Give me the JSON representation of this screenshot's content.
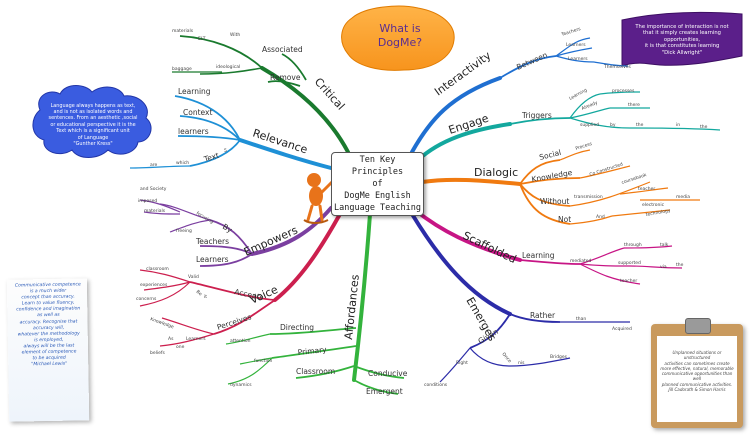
{
  "title_blob": {
    "text": "What is\nDogMe?",
    "color": "#f7941d"
  },
  "center": {
    "text": "Ten Key Principles\nof\nDogMe English\nLanguage Teaching"
  },
  "quotes": {
    "kress": "Language always happens as text,\nand is not as isolated words and\nsentences. From an aesthetic ,social\nor educational perspective it is the\nText which is a significant unit\nof Language\n\"Gunther Kress\"",
    "allwright": "The importance of interaction is not\nthat it simply creates learning\nopportunities,\nit is that constitutes learning\n\"Dick Allwright\"",
    "lewis": "Communicative competence\nis a much wider\nconcept than accuracy.\nLearn to value fluency,\nconfidence and imagination\nas well as\naccuracy. Recognise that\naccuracy will,\nwhatever the methodology\nis employed,\nalways will be the last\nelement of competence\nto be acquired\n\"Michael Lewis\"",
    "cadorath": "Unplanned situations or unstructured\nactivities can sometimes create\nmore effective, natural, memorable\ncommunicative opportunities than well\nplanned communicative activities.\nJill Cadorath & Simon Harris"
  },
  "branches": [
    {
      "label": "Critical",
      "color": "#1a7a2e",
      "subs": [
        {
          "label": "Associated",
          "details": [
            "With",
            "ELT",
            "materials"
          ]
        },
        {
          "label": "Remove",
          "details": [
            "ideological",
            "baggage"
          ]
        }
      ]
    },
    {
      "label": "Relevance",
      "color": "#1e90d6",
      "subs": [
        {
          "label": "Learning"
        },
        {
          "label": "Context"
        },
        {
          "label": "learners"
        },
        {
          "label": "Text",
          "details": [
            "which",
            "are",
            "5"
          ]
        }
      ]
    },
    {
      "label": "Empowers",
      "color": "#7b3fa0",
      "subs": [
        {
          "label": "By",
          "details": [
            "freeing",
            "focusing",
            "materials",
            "imposed",
            "and Society"
          ]
        },
        {
          "label": "Teachers"
        },
        {
          "label": "Learners"
        }
      ]
    },
    {
      "label": "Voice",
      "color": "#cc1f4e",
      "subs": [
        {
          "label": "Accepts",
          "details": [
            "Valid",
            "Be",
            "it",
            "classroom",
            "experiences",
            "concerns"
          ]
        },
        {
          "label": "Perceives",
          "details": [
            "Learners",
            "Knowledge",
            "As",
            "one",
            "beliefs"
          ]
        }
      ]
    },
    {
      "label": "Affordances",
      "color": "#33b33c",
      "subs": [
        {
          "label": "Directing",
          "details": [
            "attention"
          ]
        },
        {
          "label": "Primary",
          "details": [
            "function",
            "dynamics"
          ]
        },
        {
          "label": "Classroom"
        },
        {
          "label": "Conducive"
        },
        {
          "label": "Emergent"
        }
      ]
    },
    {
      "label": "Emerges",
      "color": "#2c2ca8",
      "subs": [
        {
          "label": "Rather",
          "details": [
            "than",
            "Acquired"
          ]
        },
        {
          "label": "Given",
          "details": [
            "Right",
            "conditions",
            "Once",
            "nis",
            "Bridges"
          ]
        }
      ]
    },
    {
      "label": "Scaffolded",
      "color": "#c71585",
      "subs": [
        {
          "label": "Learning",
          "details": [
            "mediated",
            "through",
            "supported",
            "talk",
            "via",
            "the",
            "teacher"
          ]
        }
      ]
    },
    {
      "label": "Dialogic",
      "color": "#f07a10",
      "subs": [
        {
          "label": "Social",
          "details": [
            "Process"
          ]
        },
        {
          "label": "Knowledge",
          "details": [
            "Co Constructed"
          ]
        },
        {
          "label": "Without",
          "details": [
            "transmission",
            "coursebook",
            "teacher",
            "electronic",
            "media"
          ]
        },
        {
          "label": "Not",
          "details": [
            "And",
            "technology"
          ]
        }
      ]
    },
    {
      "label": "Engage",
      "color": "#13a89e",
      "subs": [
        {
          "label": "Triggers",
          "details": [
            "Learning",
            "processes",
            "Already",
            "there",
            "supplied",
            "by",
            "the",
            "in",
            "the"
          ]
        }
      ]
    },
    {
      "label": "Interactivity",
      "color": "#1f6fd1",
      "subs": [
        {
          "label": "Between",
          "details": [
            "Teachers",
            "Learners",
            "Learners",
            "Themselves"
          ]
        }
      ]
    }
  ]
}
